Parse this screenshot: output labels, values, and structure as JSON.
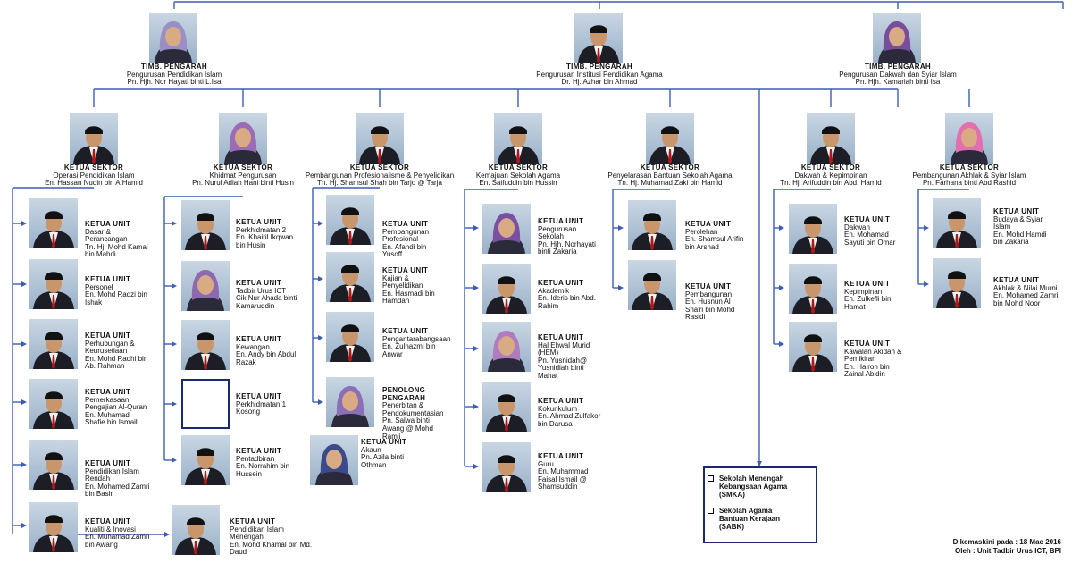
{
  "colors": {
    "connector": "#3d5db3",
    "frame": "#1a2a6c",
    "photo_bg": "#9ab1c9"
  },
  "directors": [
    {
      "title": "TIMB. PENGARAH",
      "line1": "Pengurusan Pendidikan Islam",
      "line2": "Pn. Hjh. Nor Hayati binti L.Isa",
      "gender": "f",
      "scarf": "#9a8fc4"
    },
    {
      "title": "TIMB. PENGARAH",
      "line1": "Pengurusan Institusi Pendidikan Agama",
      "line2": "Dr. Hj. Azhar bin Ahmad",
      "gender": "m"
    },
    {
      "title": "TIMB. PENGARAH",
      "line1": "Pengurusan Dakwah dan Syiar Islam",
      "line2": "Pn. Hjh. Kamariah binti Isa",
      "gender": "f",
      "scarf": "#7a4d9c"
    }
  ],
  "sectors": [
    {
      "title": "KETUA SEKTOR",
      "line1": "Operasi Pendidikan Islam",
      "line2": "En. Hassan Nudin bin A.Hamid",
      "gender": "m"
    },
    {
      "title": "KETUA SEKTOR",
      "line1": "Khidmat Pengurusan",
      "line2": "Pn. Nurul Adiah Hani binti Husin",
      "gender": "f",
      "scarf": "#9b6bb6"
    },
    {
      "title": "KETUA SEKTOR",
      "line1": "Pembangunan Profesionalisme & Penyelidikan",
      "line2": "Tn. Hj. Shamsul Shah bin Tarjo @ Tarja",
      "gender": "m"
    },
    {
      "title": "KETUA SEKTOR",
      "line1": "Kemajuan Sekolah Agama",
      "line2": "En. Saifuddin bin Hussin",
      "gender": "m"
    },
    {
      "title": "KETUA SEKTOR",
      "line1": "Penyelarasan Bantuan Sekolah Agama",
      "line2": "Tn. Hj. Muhamad Zaki bin Hamid",
      "gender": "m"
    },
    {
      "title": "KETUA SEKTOR",
      "line1": "Dakwah & Kepimpinan",
      "line2": "Tn. Hj. Arifuddin bin Abd. Hamid",
      "gender": "m"
    },
    {
      "title": "KETUA SEKTOR",
      "line1": "Pembangunan Akhlak & Syiar Islam",
      "line2": "Pn. Farhana binti Abd Rashid",
      "gender": "f",
      "scarf": "#e36fb0"
    }
  ],
  "units": [
    {
      "title": "KETUA UNIT",
      "lines": [
        "Dasar &",
        "Perancangan",
        "Tn. Hj. Mohd Kamal",
        "bin Mahdi"
      ],
      "gender": "m"
    },
    {
      "title": "KETUA UNIT",
      "lines": [
        "Personel",
        "En. Mohd Radzi bin",
        "Ishak"
      ],
      "gender": "m"
    },
    {
      "title": "KETUA UNIT",
      "lines": [
        "Perhubungan &",
        "Keurusetiaan",
        "En. Mohd Radhi bin",
        "Ab. Rahman"
      ],
      "gender": "m"
    },
    {
      "title": "KETUA UNIT",
      "lines": [
        "Pemerkasaan",
        "Pengajian Al-Quran",
        "En. Muhamad",
        "Shafie bin Ismail"
      ],
      "gender": "m"
    },
    {
      "title": "KETUA UNIT",
      "lines": [
        "Pendidikan Islam",
        "Rendah",
        "En. Mohamed Zamri",
        "bin Basir"
      ],
      "gender": "m"
    },
    {
      "title": "KETUA UNIT",
      "lines": [
        "Kualiti & Inovasi",
        "En. Muhamad Zamri",
        "bin Awang"
      ],
      "gender": "m"
    },
    {
      "title": "KETUA UNIT",
      "lines": [
        "Pendidikan Islam",
        "Menengah",
        "En. Mohd Khamal bin Md.",
        "Daud"
      ],
      "gender": "m"
    },
    {
      "title": "KETUA UNIT",
      "lines": [
        "Perkhidmatan 2",
        "En. Khairil Ikqwan",
        "bin Husin"
      ],
      "gender": "m"
    },
    {
      "title": "KETUA UNIT",
      "lines": [
        "Tadbir Urus ICT",
        "Cik Nur Ahada binti",
        "Kamaruddin"
      ],
      "gender": "f",
      "scarf": "#8d6ab0"
    },
    {
      "title": "KETUA UNIT",
      "lines": [
        "Kewangan",
        "En. Andy bin Abdul",
        "Razak"
      ],
      "gender": "m"
    },
    {
      "title": "KETUA UNIT",
      "lines": [
        "Perkhidmatan 1",
        "Kosong"
      ],
      "empty": true
    },
    {
      "title": "KETUA UNIT",
      "lines": [
        "Pentadbiran",
        "En. Norrahim bin",
        "Hussein"
      ],
      "gender": "m"
    },
    {
      "title": "KETUA UNIT",
      "lines": [
        "Akaun",
        "Pn. Azila binti",
        "Othman"
      ],
      "gender": "f",
      "scarf": "#3a4a8a"
    },
    {
      "title": "KETUA UNIT",
      "lines": [
        "Pembangunan",
        "Profesional",
        "En. Afandi bin",
        "Yusoff"
      ],
      "gender": "m"
    },
    {
      "title": "KETUA UNIT",
      "lines": [
        "Kajian &",
        "Penyelidikan",
        "En. Hasmadi bin",
        "Hamdan"
      ],
      "gender": "m"
    },
    {
      "title": "KETUA UNIT",
      "lines": [
        "Pengantarabangsaan",
        "En. Zulhazmi bin",
        "Anwar"
      ],
      "gender": "m"
    },
    {
      "title": "PENOLONG",
      "title2": "PENGARAH",
      "lines": [
        "Penerbitan &",
        "Pendokumentasian",
        "Pn. Salwa binti",
        "Awang @ Mohd",
        "Ramli"
      ],
      "gender": "f",
      "scarf": "#8a6fb6"
    },
    {
      "title": "KETUA UNIT",
      "lines": [
        "Pengurusan",
        "Sekolah",
        "Pn. Hjh. Norhayati",
        "binti Zakaria"
      ],
      "gender": "f",
      "scarf": "#7a4fa4"
    },
    {
      "title": "KETUA UNIT",
      "lines": [
        "Akademik",
        "En. Ideris bin Abd.",
        "Rahim"
      ],
      "gender": "m"
    },
    {
      "title": "KETUA UNIT",
      "lines": [
        "Hal Ehwal Murid",
        "(HEM)",
        "Pn. Yusnidah@",
        "Yusnidiah binti",
        "Mahat"
      ],
      "gender": "f",
      "scarf": "#b07cc0"
    },
    {
      "title": "KETUA UNIT",
      "lines": [
        "Kokurikulum",
        "En. Ahmad Zulfakor",
        "bin Darusa"
      ],
      "gender": "m"
    },
    {
      "title": "KETUA UNIT",
      "lines": [
        "Guru",
        "En. Muhammad",
        "Faisal Ismail @",
        "Shamsuddin"
      ],
      "gender": "m"
    },
    {
      "title": "KETUA UNIT",
      "lines": [
        "Perolehan",
        "En. Shamsul Arifin",
        "bin Arshad"
      ],
      "gender": "m"
    },
    {
      "title": "KETUA UNIT",
      "lines": [
        "Pembangunan",
        "En. Husnun Al",
        "Sha'ri bin Mohd",
        "Rasidi"
      ],
      "gender": "m"
    },
    {
      "title": "KETUA UNIT",
      "lines": [
        "Dakwah",
        "En. Mohamad",
        "Sayuti bin Omar"
      ],
      "gender": "m"
    },
    {
      "title": "KETUA UNIT",
      "lines": [
        "Kepimpinan",
        "En. Zulkefli bin",
        "Hamat"
      ],
      "gender": "m"
    },
    {
      "title": "KETUA UNIT",
      "lines": [
        "Kawalan Akidah &",
        "Pemikiran",
        "En. Hairon bin",
        "Zainal Abidin"
      ],
      "gender": "m"
    },
    {
      "title": "KETUA UNIT",
      "lines": [
        "Budaya & Syiar",
        "Islam",
        "En. Mohd Hamdi",
        "bin Zakaria"
      ],
      "gender": "m"
    },
    {
      "title": "KETUA UNIT",
      "lines": [
        "Akhlak & Nilai Murni",
        "En. Mohamed Zamri",
        "bin Mohd Noor"
      ],
      "gender": "m"
    }
  ],
  "note_items": [
    [
      "Sekolah Menengah",
      "Kebangsaan Agama",
      "(SMKA)"
    ],
    [
      "Sekolah Agama",
      "Bantuan Kerajaan",
      "(SABK)"
    ]
  ],
  "footer": {
    "updated": "Dikemaskini pada : 18 Mac 2016",
    "by": "Oleh : Unit Tadbir Urus ICT, BPI"
  }
}
